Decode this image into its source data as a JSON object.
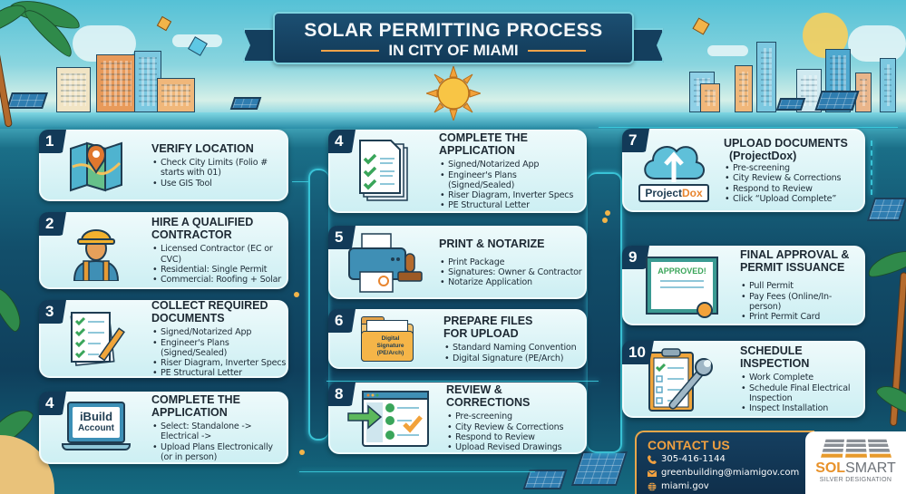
{
  "header": {
    "title_line1": "SOLAR PERMITTING PROCESS",
    "title_line2": "IN CITY OF MIAMI"
  },
  "steps": [
    {
      "number": "1",
      "title": "VERIFY LOCATION",
      "icon": "map-pin-icon",
      "bullets": [
        "Check City Limits (Folio # starts with 01)",
        "Use GIS Tool"
      ]
    },
    {
      "number": "2",
      "title": "HIRE A QUALIFIED CONTRACTOR",
      "icon": "contractor-icon",
      "bullets": [
        "Licensed Contractor (EC or CVC)",
        "Residential: Single Permit",
        "Commercial: Roofing + Solar"
      ]
    },
    {
      "number": "3",
      "title": "COLLECT REQUIRED DOCUMENTS",
      "icon": "checklist-pencil-icon",
      "bullets": [
        "Signed/Notarized App",
        "Engineer's Plans (Signed/Sealed)",
        "Riser Diagram, Inverter Specs",
        "PE Structural Letter"
      ]
    },
    {
      "number": "4",
      "title": "COMPLETE THE APPLICATION",
      "icon": "laptop-icon",
      "icon_label_line1": "iBuild",
      "icon_label_line2": "Account",
      "bullets": [
        "Select: Standalone -> Electrical ->",
        "Upload Plans Electronically (or in person)"
      ]
    },
    {
      "number": "4",
      "title": "COMPLETE THE APPLICATION",
      "icon": "document-checklist-icon",
      "bullets": [
        "Signed/Notarized App",
        "Engineer's Plans (Signed/Sealed)",
        "Riser Diagram, Inverter Specs",
        "PE Structural Letter"
      ]
    },
    {
      "number": "5",
      "title": "PRINT & NOTARIZE",
      "icon": "printer-stamp-icon",
      "bullets": [
        "Print Package",
        "Signatures: Owner & Contractor",
        "Notarize Application"
      ]
    },
    {
      "number": "6",
      "title": "PREPARE FILES FOR UPLOAD",
      "icon": "folder-icon",
      "icon_label": "Digital Signature (PE/Arch)",
      "bullets": [
        "Standard Naming Convention",
        "Digital Signature (PE/Arch)"
      ]
    },
    {
      "number": "8",
      "title": "REVIEW & CORRECTIONS",
      "icon": "review-window-icon",
      "bullets": [
        "Pre-screening",
        "City Review & Corrections",
        "Respond to Review",
        "Upload Revised Drawings"
      ]
    },
    {
      "number": "7",
      "title": "UPLOAD DOCUMENTS",
      "subtitle": "(ProjectDox)",
      "icon": "cloud-upload-icon",
      "icon_label_a": "Project",
      "icon_label_b": "Dox",
      "bullets": [
        "Pre-screening",
        "City Review & Corrections",
        "Respond to Review",
        "Click “Upload Complete”"
      ]
    },
    {
      "number": "9",
      "title": "FINAL APPROVAL & PERMIT ISSUANCE",
      "icon": "certificate-icon",
      "icon_label": "APPROVED!",
      "bullets": [
        "Pull Permit",
        "Pay Fees (Online/In-person)",
        "Print Permit Card"
      ]
    },
    {
      "number": "10",
      "title": "SCHEDULE INSPECTION",
      "icon": "clipboard-wrench-icon",
      "bullets": [
        "Work Complete",
        "Schedule Final Electrical Inspection",
        "Inspect Installation"
      ]
    }
  ],
  "contact": {
    "title": "CONTACT US",
    "phone": "305-416-1144",
    "email": "greenbuilding@miamigov.com",
    "website": "miami.gov"
  },
  "solsmart": {
    "name_a": "SOL",
    "name_b": "SMART",
    "designation": "SILVER DESIGNATION"
  },
  "colors": {
    "navy": "#123a58",
    "accent_orange": "#f0a040",
    "glow_cyan": "#3fd4e6",
    "card_bg": "#e3f6f8"
  }
}
